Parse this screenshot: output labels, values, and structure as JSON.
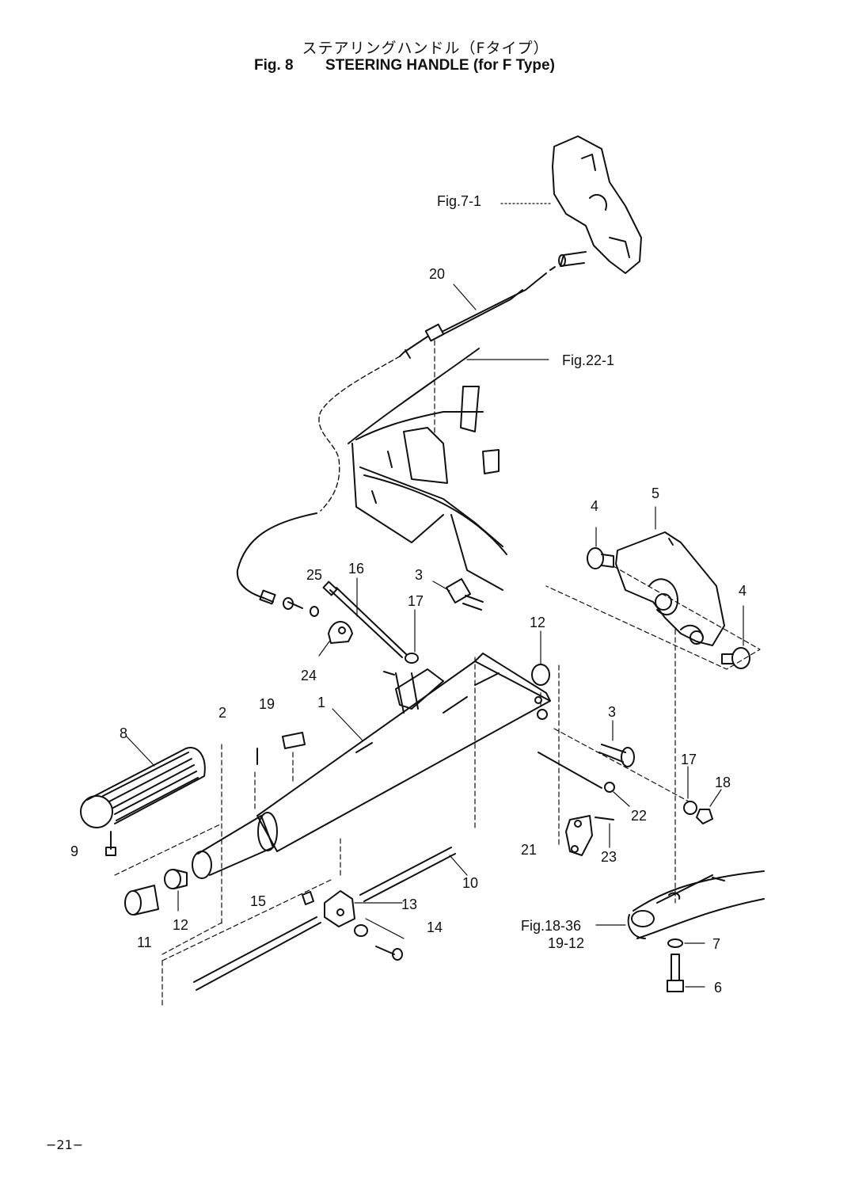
{
  "title": {
    "japanese": "ステアリングハンドル（Fタイプ）",
    "fig_number": "Fig. 8",
    "english": "STEERING HANDLE (for F Type)"
  },
  "references": {
    "fig7": "Fig.7-1",
    "fig22": "Fig.22-1",
    "fig18_a": "Fig.18-36",
    "fig18_b": "19-12"
  },
  "callouts": {
    "c1": "1",
    "c2": "2",
    "c3a": "3",
    "c3b": "3",
    "c4a": "4",
    "c4b": "4",
    "c5": "5",
    "c6": "6",
    "c7": "7",
    "c8": "8",
    "c9": "9",
    "c10": "10",
    "c11": "11",
    "c12a": "12",
    "c12b": "12",
    "c13": "13",
    "c14": "14",
    "c15": "15",
    "c16": "16",
    "c17a": "17",
    "c17b": "17",
    "c18": "18",
    "c19": "19",
    "c20": "20",
    "c21": "21",
    "c22": "22",
    "c23": "23",
    "c24": "24",
    "c25": "25"
  },
  "page_number": "−21−"
}
